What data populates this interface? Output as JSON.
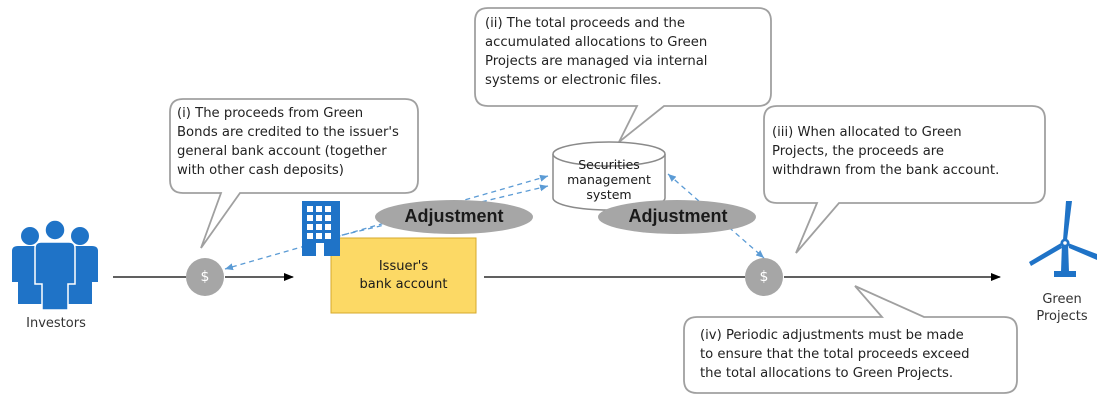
{
  "colors": {
    "blue_icon": "#1f73c7",
    "bank_box_fill": "#fcd965",
    "bank_box_stroke": "#d6a92c",
    "dollar_fill": "#a6a6a6",
    "pill_fill": "#a6a6a6",
    "dashed_arrow": "#5b9bd5",
    "flow_line": "#000000",
    "callout_stroke": "#a0a0a0"
  },
  "nodes": {
    "investors": {
      "icon": "people-group-icon",
      "label": "Investors"
    },
    "bank": {
      "icon": "office-building-icon",
      "label_line1": "Issuer's",
      "label_line2": "bank account"
    },
    "system": {
      "icon": "database-cylinder-icon",
      "label_line1": "Securities",
      "label_line2": "management",
      "label_line3": "system"
    },
    "green": {
      "icon": "wind-turbine-icon",
      "label_line1": "Green",
      "label_line2": "Projects"
    },
    "dollar_left": {
      "icon": "dollar-coin-icon",
      "symbol": "$"
    },
    "dollar_right": {
      "icon": "dollar-coin-icon",
      "symbol": "$"
    }
  },
  "adjustments": {
    "left": "Adjustment",
    "right": "Adjustment"
  },
  "callouts": {
    "c1": {
      "line1": "(i) The proceeds from Green",
      "line2": "Bonds are credited to the issuer's",
      "line3": "general bank account (together",
      "line4": "with other cash deposits)"
    },
    "c2": {
      "line1": "(ii) The total proceeds and the",
      "line2": "accumulated allocations to Green",
      "line3": "Projects are managed via internal",
      "line4": "systems or electronic files."
    },
    "c3": {
      "line1": "(iii) When allocated to Green",
      "line2": "Projects, the proceeds are",
      "line3": "withdrawn from the bank account."
    },
    "c4": {
      "line1": "(iv) Periodic adjustments must be made",
      "line2": "to ensure that the total proceeds exceed",
      "line3": "the total allocations to Green Projects."
    }
  }
}
